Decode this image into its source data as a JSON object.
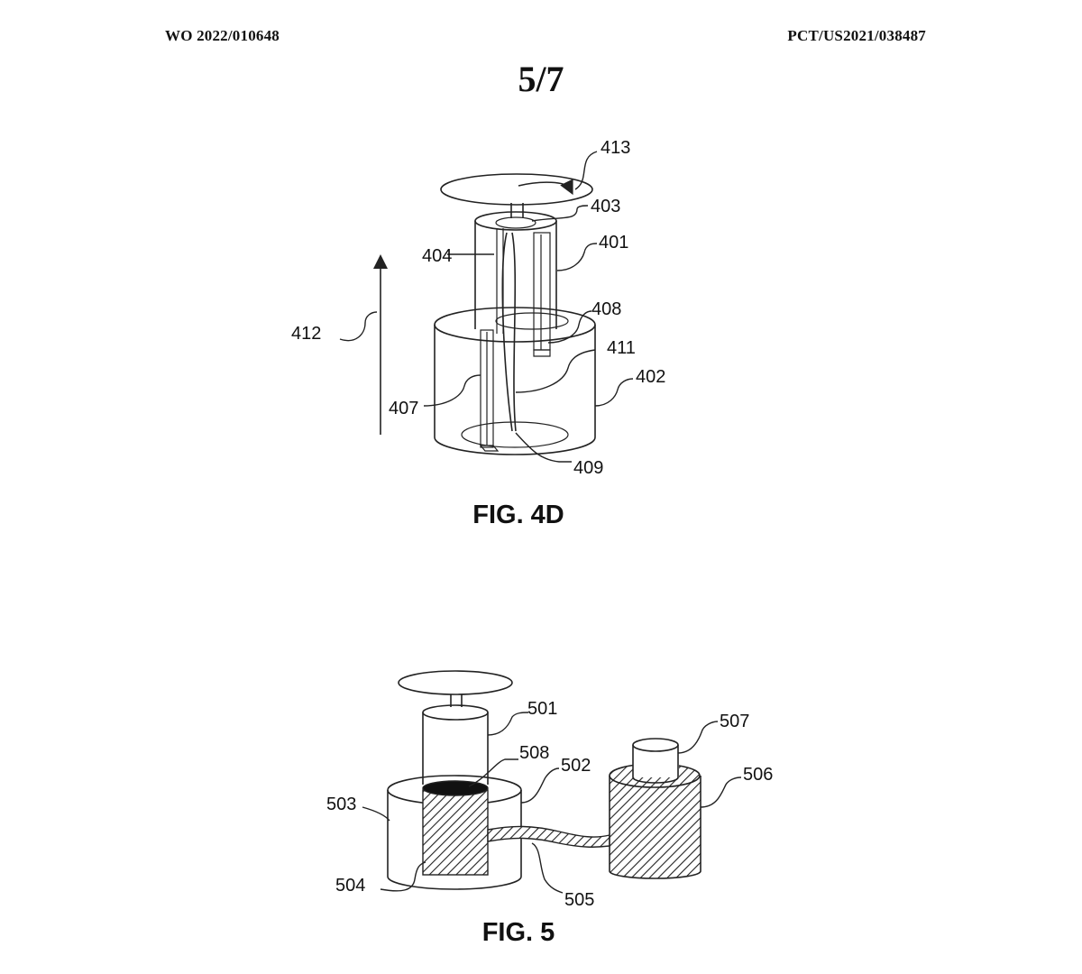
{
  "header": {
    "publication_number": "WO 2022/010648",
    "application_number": "PCT/US2021/038487",
    "sheet": "5/7"
  },
  "figures": [
    {
      "label": "FIG. 4D",
      "reference_numerals": [
        "413",
        "403",
        "401",
        "404",
        "408",
        "411",
        "402",
        "412",
        "407",
        "409"
      ]
    },
    {
      "label": "FIG. 5",
      "reference_numerals": [
        "501",
        "507",
        "508",
        "502",
        "506",
        "503",
        "504",
        "505"
      ]
    }
  ]
}
